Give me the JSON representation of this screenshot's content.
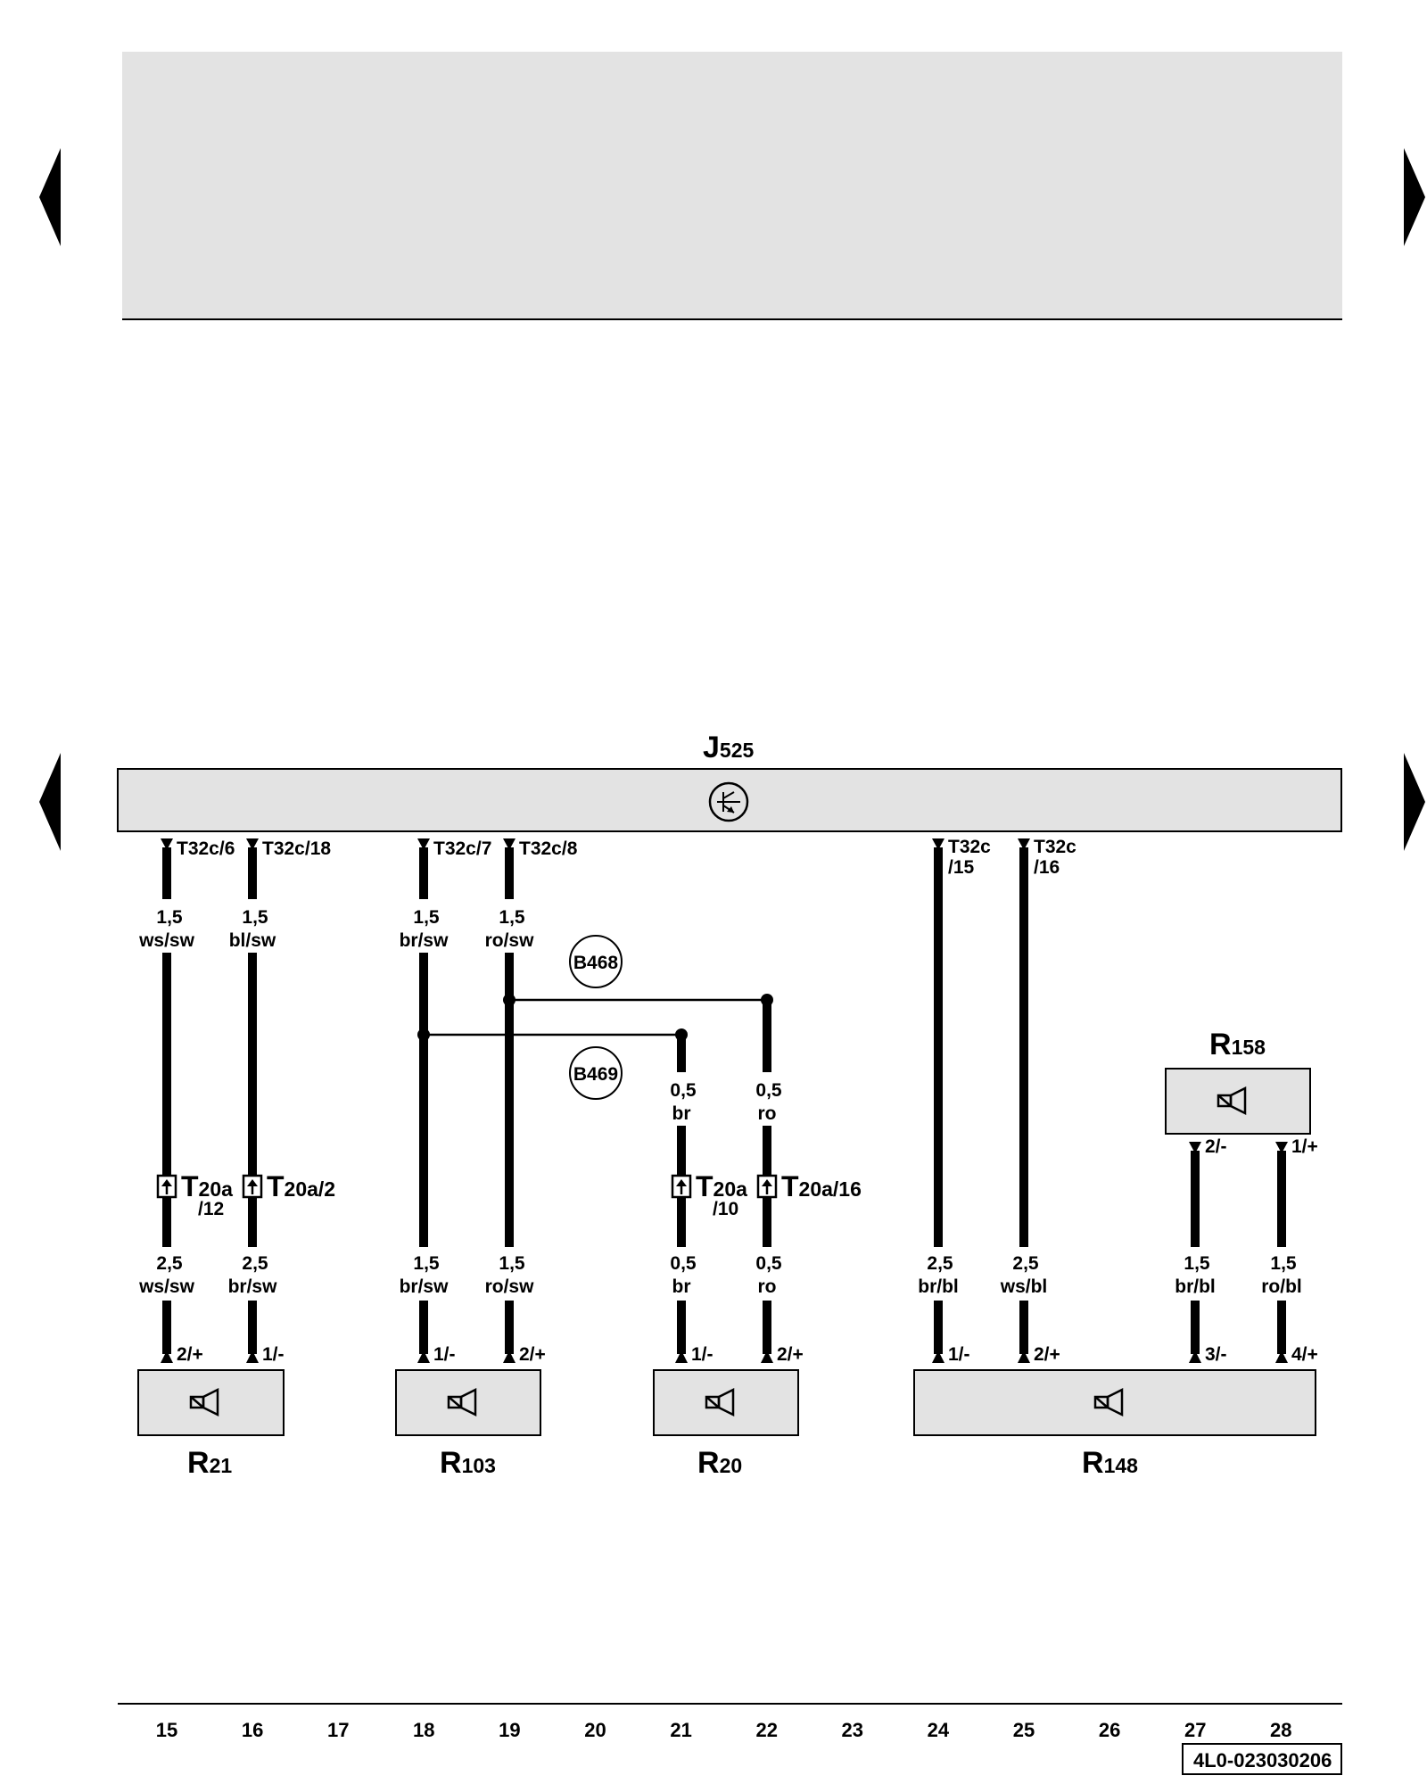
{
  "control_unit": {
    "name": "J",
    "sub": "525"
  },
  "pins_top": {
    "p15": "T32c/6",
    "p16": "T32c/18",
    "p18": "T32c/7",
    "p19": "T32c/8",
    "p24_a": "T32c",
    "p24_b": "/15",
    "p25_a": "T32c",
    "p25_b": "/16"
  },
  "wires_upper": {
    "w15": {
      "size": "1,5",
      "color": "ws/sw"
    },
    "w16": {
      "size": "1,5",
      "color": "bl/sw"
    },
    "w18": {
      "size": "1,5",
      "color": "br/sw"
    },
    "w19": {
      "size": "1,5",
      "color": "ro/sw"
    },
    "w21": {
      "size": "0,5",
      "color": "br"
    },
    "w22": {
      "size": "0,5",
      "color": "ro"
    }
  },
  "wires_lower": {
    "w15": {
      "size": "2,5",
      "color": "ws/sw"
    },
    "w16": {
      "size": "2,5",
      "color": "br/sw"
    },
    "w18": {
      "size": "1,5",
      "color": "br/sw"
    },
    "w19": {
      "size": "1,5",
      "color": "ro/sw"
    },
    "w21": {
      "size": "0,5",
      "color": "br"
    },
    "w22": {
      "size": "0,5",
      "color": "ro"
    },
    "w24": {
      "size": "2,5",
      "color": "br/bl"
    },
    "w25": {
      "size": "2,5",
      "color": "ws/bl"
    },
    "w27": {
      "size": "1,5",
      "color": "br/bl"
    },
    "w28": {
      "size": "1,5",
      "color": "ro/bl"
    }
  },
  "connections": {
    "c1": "B468",
    "c2": "B469"
  },
  "connectors": {
    "c15_a": "T",
    "c15_b": "20a",
    "c15_c": "/12",
    "c16_a": "T",
    "c16_b": "20a/2",
    "c21_a": "T",
    "c21_b": "20a",
    "c21_c": "/10",
    "c22_a": "T",
    "c22_b": "20a/16"
  },
  "pins_bottom": {
    "p15": "2/+",
    "p16": "1/-",
    "p18": "1/-",
    "p19": "2/+",
    "p21": "1/-",
    "p22": "2/+",
    "p24": "1/-",
    "p25": "2/+",
    "p27": "3/-",
    "p28": "4/+",
    "r158_l": "2/-",
    "r158_r": "1/+"
  },
  "speakers": {
    "r21": {
      "name": "R",
      "sub": "21"
    },
    "r103": {
      "name": "R",
      "sub": "103"
    },
    "r20": {
      "name": "R",
      "sub": "20"
    },
    "r148": {
      "name": "R",
      "sub": "148"
    },
    "r158": {
      "name": "R",
      "sub": "158"
    }
  },
  "tracks": [
    "15",
    "16",
    "17",
    "18",
    "19",
    "20",
    "21",
    "22",
    "23",
    "24",
    "25",
    "26",
    "27",
    "28"
  ],
  "doc_id": "4L0-023030206",
  "colors": {
    "panel": "#e3e3e3",
    "line": "#000000"
  }
}
